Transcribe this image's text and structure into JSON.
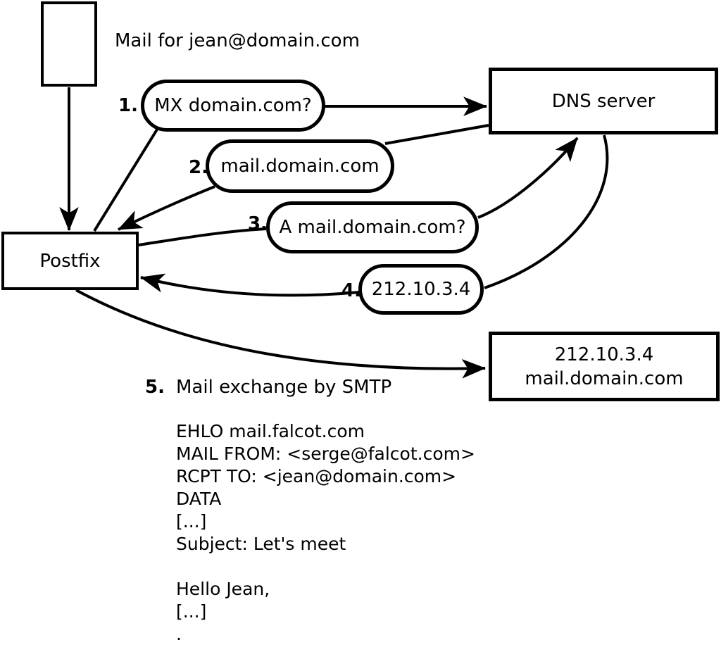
{
  "diagram": {
    "title": "Mail for jean@domain.com",
    "nodes": {
      "postfix": {
        "label": "Postfix"
      },
      "dns": {
        "label": "DNS server"
      },
      "mailserver": {
        "line1": "212.10.3.4",
        "line2": "mail.domain.com"
      }
    },
    "steps": [
      {
        "num": "1.",
        "label": "MX domain.com?"
      },
      {
        "num": "2.",
        "label": "mail.domain.com"
      },
      {
        "num": "3.",
        "label": "A mail.domain.com?"
      },
      {
        "num": "4.",
        "label": "212.10.3.4"
      },
      {
        "num": "5.",
        "label": "Mail exchange by SMTP"
      }
    ],
    "smtp_session": "EHLO mail.falcot.com\nMAIL FROM: <serge@falcot.com>\nRCPT TO: <jean@domain.com>\nDATA\n[...]\nSubject: Let's meet\n\nHello Jean,\n[...]\n.",
    "colors": {
      "stroke": "#000000",
      "background": "#ffffff"
    }
  }
}
